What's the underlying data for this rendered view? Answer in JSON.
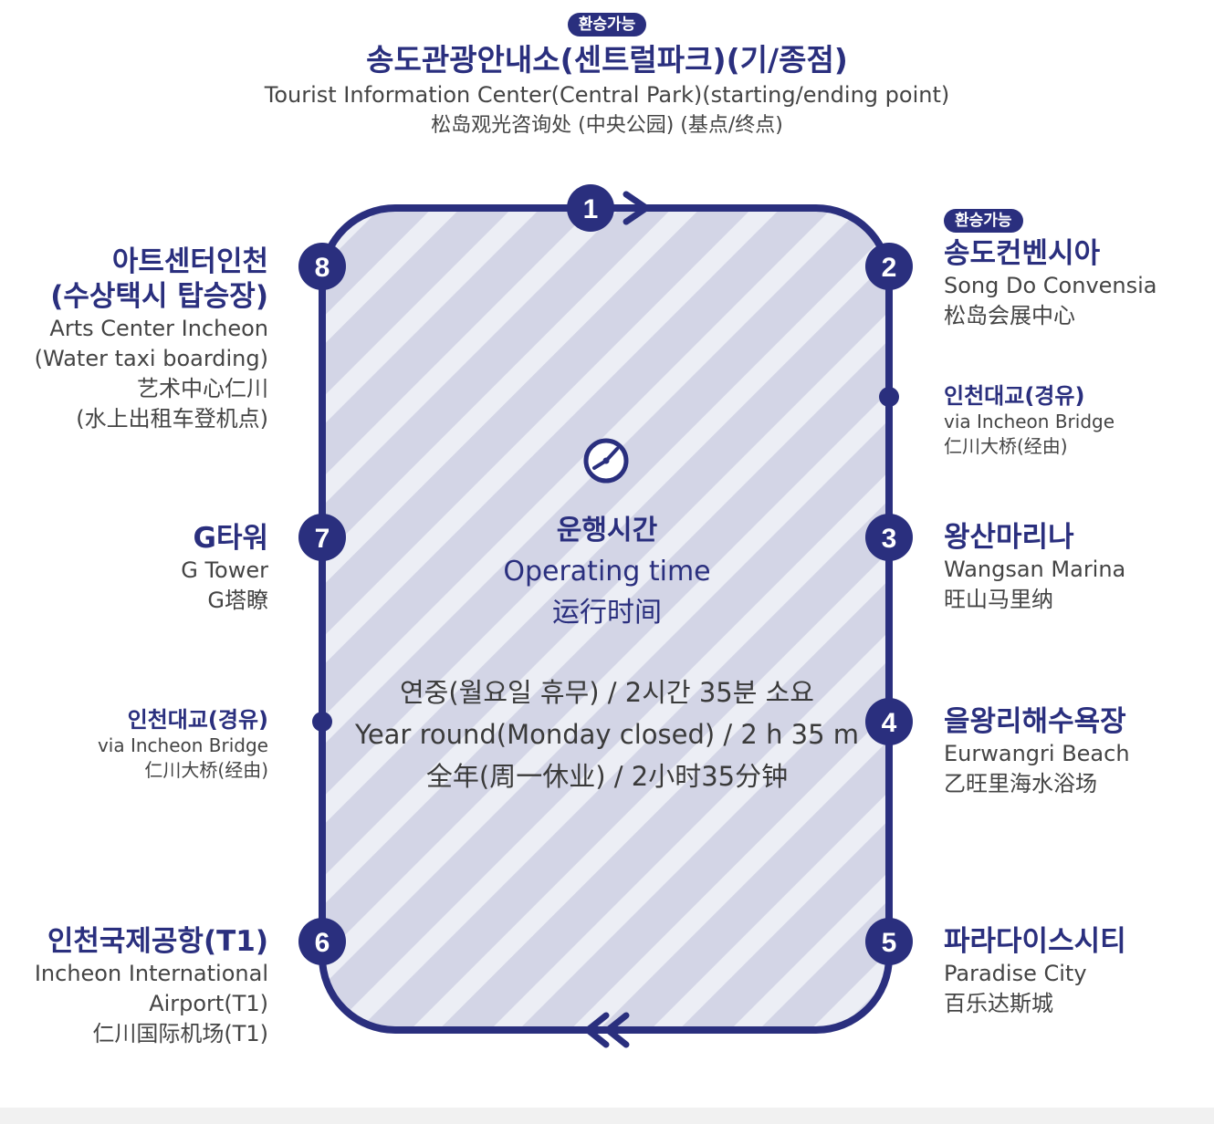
{
  "colors": {
    "accent": "#2a2f7e",
    "fill": "#d3d5e6",
    "stripe": "#eceef5"
  },
  "start": {
    "badge": "환승가능",
    "name_ko": "송도관광안내소(센트럴파크)(기/종점)",
    "name_en": "Tourist Information Center(Central Park)(starting/ending point)",
    "name_zh": "松岛观光咨询处 (中央公园) (基点/终点)"
  },
  "stops": [
    {
      "num": "1"
    },
    {
      "num": "2",
      "badge": "환승가능",
      "name_ko": "송도컨벤시아",
      "name_en": "Song Do Convensia",
      "name_zh": "松岛会展中心"
    },
    {
      "num": "3",
      "name_ko": "왕산마리나",
      "name_en": "Wangsan Marina",
      "name_zh": "旺山马里纳"
    },
    {
      "num": "4",
      "name_ko": "을왕리해수욕장",
      "name_en": "Eurwangri Beach",
      "name_zh": "乙旺里海水浴场"
    },
    {
      "num": "5",
      "name_ko": "파라다이스시티",
      "name_en": "Paradise City",
      "name_zh": "百乐达斯城"
    },
    {
      "num": "6",
      "name_ko": "인천국제공항(T1)",
      "name_en_1": "Incheon International",
      "name_en_2": "Airport(T1)",
      "name_zh": "仁川国际机场(T1)"
    },
    {
      "num": "7",
      "name_ko": "G타워",
      "name_en": "G Tower",
      "name_zh": "G塔瞭"
    },
    {
      "num": "8",
      "name_ko_1": "아트센터인천",
      "name_ko_2": "(수상택시 탑승장)",
      "name_en_1": "Arts Center Incheon",
      "name_en_2": "(Water taxi boarding)",
      "name_zh_1": "艺术中心仁川",
      "name_zh_2": "(水上出租车登机点)"
    }
  ],
  "via_right": {
    "name_ko": "인천대교(경유)",
    "name_en": "via Incheon Bridge",
    "name_zh": "仁川大桥(经由)"
  },
  "via_left": {
    "name_ko": "인천대교(경유)",
    "name_en": "via Incheon Bridge",
    "name_zh": "仁川大桥(经由)"
  },
  "operating": {
    "icon": "clock-icon",
    "title_ko": "운행시간",
    "title_en": "Operating time",
    "title_zh": "运行时间",
    "line_ko": "연중(월요일 휴무)  /  2시간 35분 소요",
    "line_en": "Year round(Monday closed) / 2 h 35 m",
    "line_zh": "全年(周一休业)  /  2小时35分钟"
  }
}
